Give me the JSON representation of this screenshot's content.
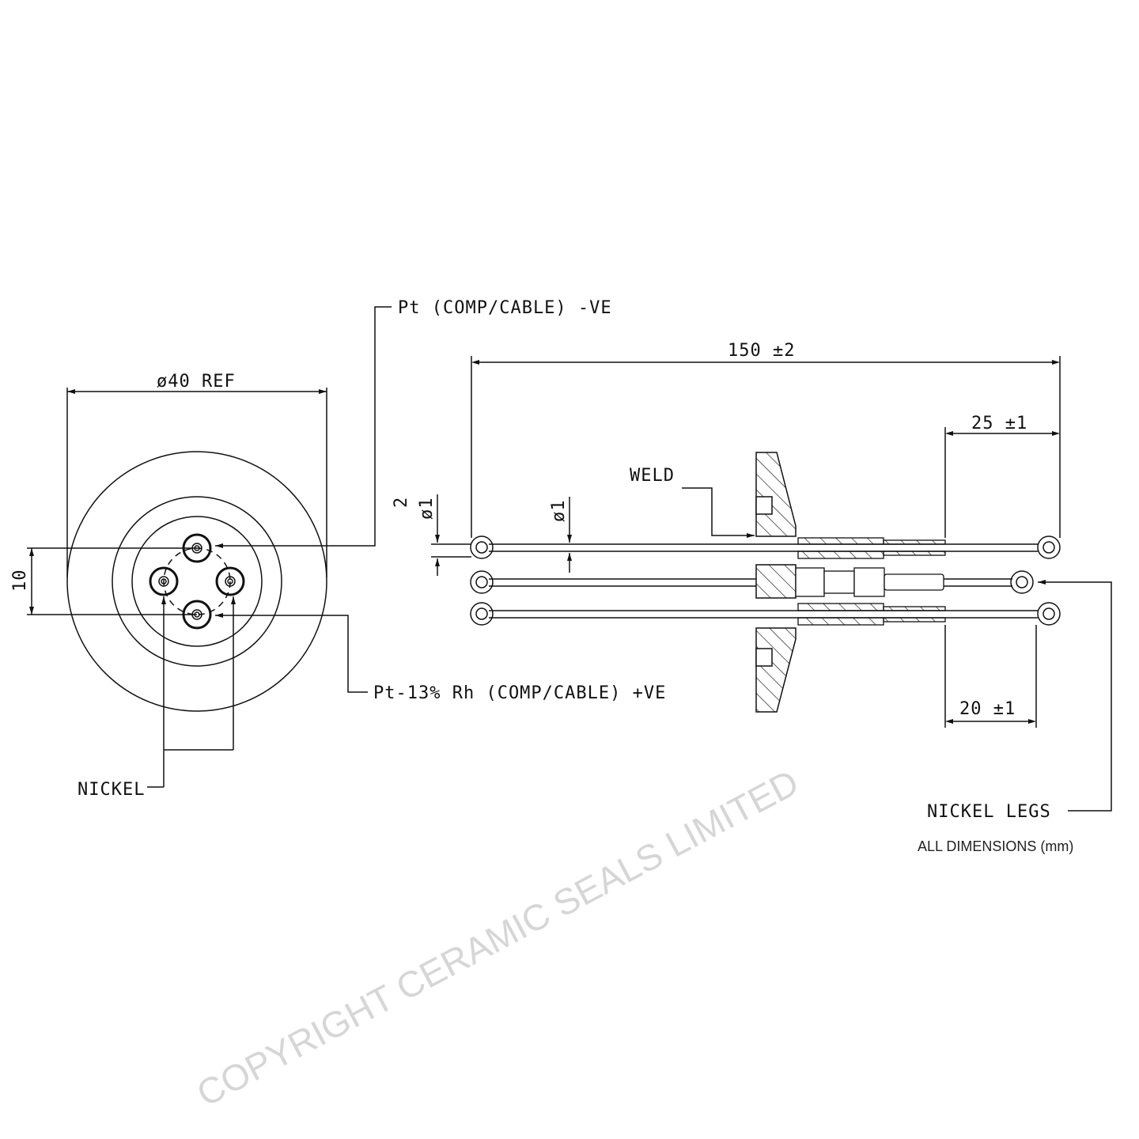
{
  "end_view": {
    "diameter_label": "ø40 REF",
    "pitch_label": "10",
    "neg_leader": "Pt (COMP/CABLE) -VE",
    "pos_leader": "Pt-13% Rh (COMP/CABLE) +VE",
    "nickel_leader": "NICKEL"
  },
  "side_view": {
    "overall_length": "150 ±2",
    "top_leg_length": "25 ±1",
    "bottom_leg_length": "20 ±1",
    "eyelet_dim_a": "2",
    "eyelet_dim_b": "ø1",
    "wire_dia": "ø1",
    "weld_label": "WELD",
    "nickel_legs_label": "NICKEL LEGS"
  },
  "watermark": "COPYRIGHT CERAMIC SEALS LIMITED",
  "footer": "ALL DIMENSIONS (mm)"
}
